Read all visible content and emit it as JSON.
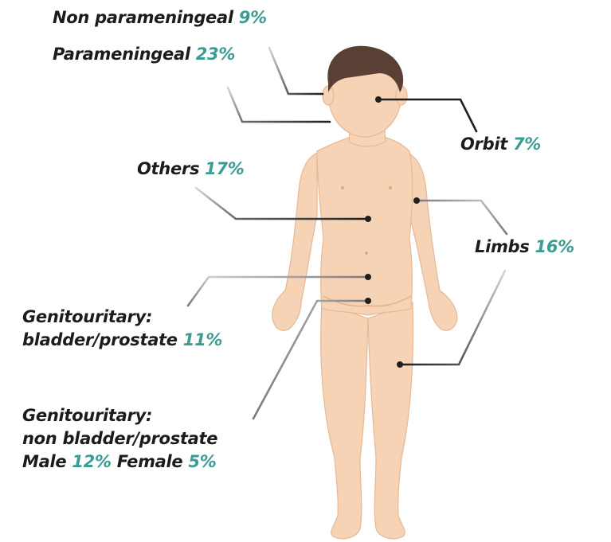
{
  "sites": {
    "non_parameningeal": {
      "name": "Non parameningeal",
      "pct": "9%"
    },
    "parameningeal": {
      "name": "Parameningeal",
      "pct": "23%"
    },
    "orbit": {
      "name": "Orbit",
      "pct": "7%"
    },
    "others": {
      "name": "Others",
      "pct": "17%"
    },
    "limbs": {
      "name": "Limbs",
      "pct": "16%"
    },
    "gu_bladder": {
      "line1": "Genitouritary:",
      "line2": "bladder/prostate",
      "pct": "11%"
    },
    "gu_non_bladder": {
      "line1": "Genitouritary:",
      "line2": "non bladder/prostate",
      "male_label": "Male",
      "male_pct": "12%",
      "female_label": "Female",
      "female_pct": "5%"
    }
  },
  "colors": {
    "label": "#1c1c1c",
    "percent": "#3a9d94",
    "skin": "#f6d3b5",
    "skin_shade": "#eebf9a",
    "hair": "#5a4034",
    "leader": "#1f1f1f",
    "leader_fade": "#c8c8c8"
  }
}
